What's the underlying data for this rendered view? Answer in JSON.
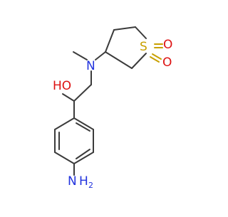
{
  "molecule": {
    "atom_labels": {
      "nitrogen_amine": "N",
      "methyl_substituent": "",
      "hydroxyl": "HO",
      "sulfur": "S",
      "sulfonyl_oxygen_1": "O",
      "sulfonyl_oxygen_2": "O",
      "aniline_nitrogen": "N",
      "aniline_h": "H",
      "aniline_h_count": "2"
    },
    "colors": {
      "bond": "#3b3b3b",
      "nitrogen": "#2233dd",
      "oxygen": "#dd1111",
      "sulfur": "#c8a000"
    }
  }
}
